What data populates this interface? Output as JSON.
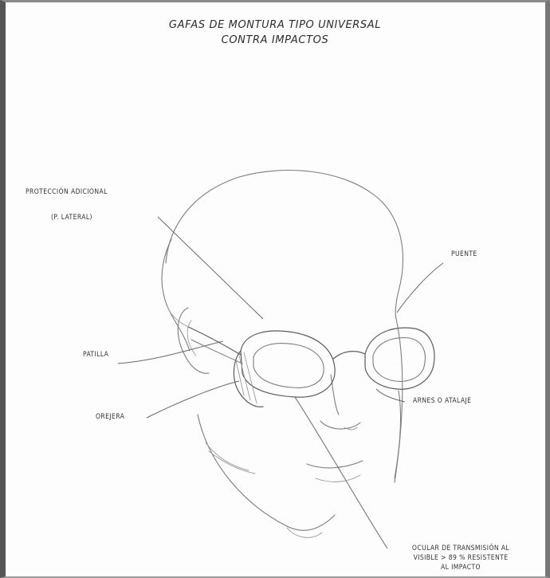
{
  "title": {
    "line1": "GAFAS DE MONTURA TIPO UNIVERSAL",
    "line2": "CONTRA IMPACTOS"
  },
  "labels": {
    "proteccion_line1": "PROTECCIÓN ADICIONAL",
    "proteccion_line2": "(P. LATERAL)",
    "puente": "PUENTE",
    "patilla": "PATILLA",
    "arnes": "ARNES O ATALAJE",
    "ocular_line1": "OCULAR DE TRANSMISIÓN AL",
    "ocular_line2": "VISIBLE > 89 % RESISTENTE",
    "ocular_line3": "AL IMPACTO",
    "visera": "OREJERA"
  }
}
